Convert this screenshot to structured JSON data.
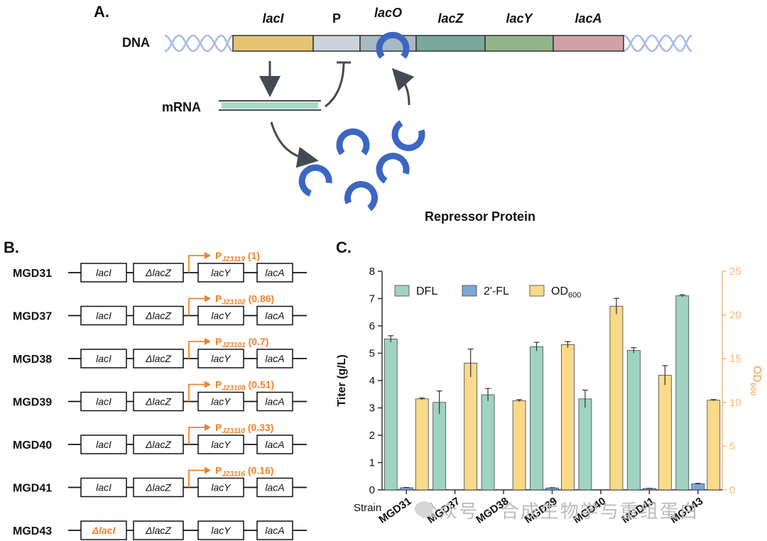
{
  "panelA": {
    "letter": "A.",
    "dna_label": "DNA",
    "mrna_label": "mRNA",
    "repressor_label": "Repressor Protein",
    "segments": [
      {
        "name": "lacI",
        "label": "lacI",
        "color": "#e6c474"
      },
      {
        "name": "P",
        "label": "P",
        "color": "#ccd3db"
      },
      {
        "name": "lacO",
        "label": "lacO",
        "color": "#aab8c4"
      },
      {
        "name": "lacZ",
        "label": "lacZ",
        "color": "#78a89c"
      },
      {
        "name": "lacY",
        "label": "lacY",
        "color": "#93b38a"
      },
      {
        "name": "lacA",
        "label": "lacA",
        "color": "#cfa3a6"
      }
    ],
    "colors": {
      "repressor": "#3c66c4",
      "helix": "#a9bbe2",
      "mrna": "#a7d9c6",
      "arrow": "#444a52"
    }
  },
  "panelB": {
    "letter": "B.",
    "genes": [
      "lacI",
      "ΔlacZ",
      "lacY",
      "lacA"
    ],
    "mutant_gene": "ΔlacI",
    "promoter_prefix": "P",
    "accent": "#f0822a",
    "strains": [
      {
        "name": "MGD31",
        "promoter": "J23119",
        "strength": "(1)"
      },
      {
        "name": "MGD37",
        "promoter": "J23102",
        "strength": "(0.86)"
      },
      {
        "name": "MGD38",
        "promoter": "J23101",
        "strength": "(0.7)"
      },
      {
        "name": "MGD39",
        "promoter": "J23108",
        "strength": "(0.51)"
      },
      {
        "name": "MGD40",
        "promoter": "J23110",
        "strength": "(0.33)"
      },
      {
        "name": "MGD41",
        "promoter": "J23116",
        "strength": "(0.16)"
      },
      {
        "name": "MGD43",
        "promoter": "",
        "strength": ""
      }
    ]
  },
  "panelC": {
    "letter": "C."
  },
  "chart_data": {
    "type": "bar",
    "categories": [
      "MGD31",
      "MGD37",
      "MGD38",
      "MGD39",
      "MGD40",
      "MGD41",
      "MGD43"
    ],
    "xlabel": "Strain",
    "ylabel": "Titer (g/L)",
    "y2label_main": "OD",
    "y2label_sub": "600",
    "ylim": [
      0,
      8
    ],
    "y2lim": [
      0,
      25
    ],
    "yticks": [
      "0",
      "1",
      "2",
      "3",
      "4",
      "5",
      "6",
      "7",
      "8"
    ],
    "y2ticks": [
      "0",
      "5",
      "10",
      "15",
      "20",
      "25"
    ],
    "legend_position": "top-left",
    "series": [
      {
        "name": "DFL",
        "axis": "left",
        "color": "#9fd3c0",
        "values": [
          5.52,
          3.2,
          3.48,
          5.24,
          3.33,
          5.1,
          7.1
        ],
        "errors": [
          0.12,
          0.42,
          0.23,
          0.16,
          0.32,
          0.1,
          0.04
        ]
      },
      {
        "name": "2'-FL",
        "axis": "left",
        "color": "#7ea7d8",
        "values": [
          0.08,
          0,
          0,
          0.07,
          0,
          0.05,
          0.22
        ],
        "errors": [
          0.01,
          0,
          0,
          0.01,
          0,
          0.01,
          0.02
        ]
      },
      {
        "name": "OD",
        "name_sub": "600",
        "axis": "right",
        "color": "#fad98a",
        "values": [
          10.4,
          14.5,
          10.2,
          16.6,
          21.0,
          13.1,
          10.25
        ],
        "errors": [
          0.1,
          1.6,
          0.12,
          0.35,
          0.9,
          1.1,
          0.08
        ]
      }
    ]
  },
  "watermark": "公众号 · 合成生物学与重组蛋白"
}
